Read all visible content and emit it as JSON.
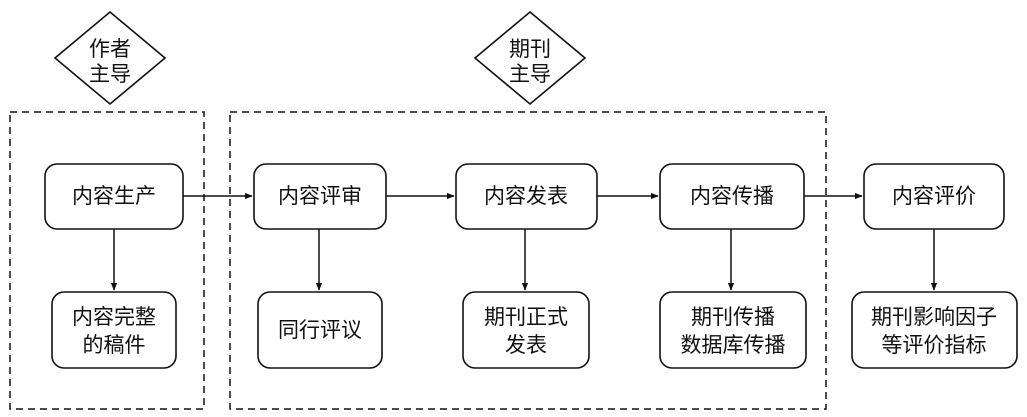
{
  "diagram": {
    "diamonds": [
      {
        "lines": [
          "作者",
          "主导"
        ]
      },
      {
        "lines": [
          "期刊",
          "主导"
        ]
      }
    ],
    "process": [
      {
        "label": "内容生产"
      },
      {
        "label": "内容评审"
      },
      {
        "label": "内容发表"
      },
      {
        "label": "内容传播"
      },
      {
        "label": "内容评价"
      }
    ],
    "outputs": [
      {
        "lines": [
          "内容完整",
          "的稿件"
        ]
      },
      {
        "lines": [
          "同行评议"
        ]
      },
      {
        "lines": [
          "期刊正式",
          "发表"
        ]
      },
      {
        "lines": [
          "期刊传播",
          "数据库传播"
        ]
      },
      {
        "lines": [
          "期刊影响因子",
          "等评价指标"
        ]
      }
    ]
  }
}
